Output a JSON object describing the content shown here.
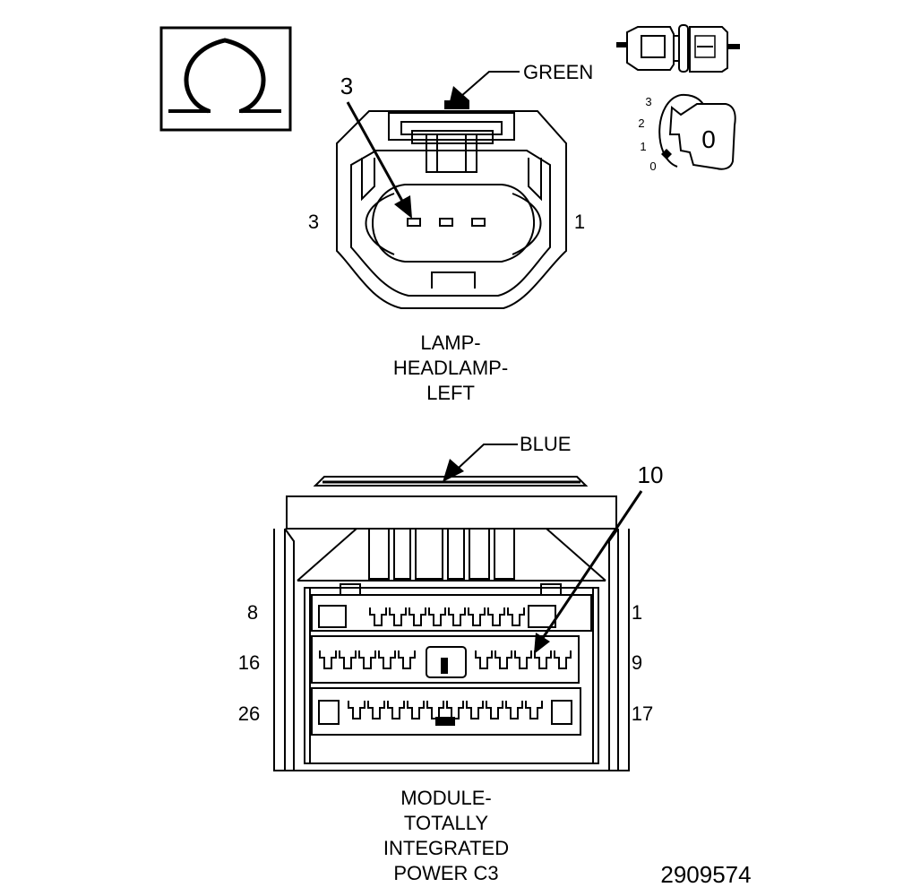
{
  "top_connector": {
    "color_label": "GREEN",
    "pin_callout": "3",
    "left_pin": "3",
    "right_pin": "1",
    "title_lines": [
      "LAMP-",
      "HEADLAMP-",
      "LEFT"
    ]
  },
  "ignition_key": {
    "positions": [
      "3",
      "2",
      "1",
      "0"
    ],
    "key_position": "0"
  },
  "bottom_connector": {
    "color_label": "BLUE",
    "pin_callout": "10",
    "row_labels_left": [
      "8",
      "16",
      "26"
    ],
    "row_labels_right": [
      "1",
      "9",
      "17"
    ],
    "title_lines": [
      "MODULE-",
      "TOTALLY",
      "INTEGRATED",
      "POWER C3"
    ]
  },
  "figure_number": "2909574",
  "icons": [
    "ohm-symbol-icon",
    "connector-plug-icon",
    "ignition-key-icon"
  ]
}
